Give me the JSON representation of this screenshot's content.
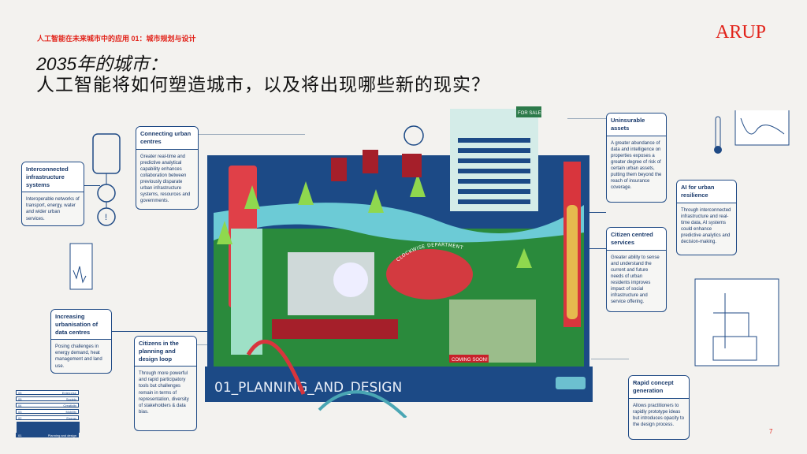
{
  "header": {
    "kicker": "人工智能在未来城市中的应用 01：城市规划与设计",
    "title_line1": "2035年的城市：",
    "title_line2": "人工智能将如何塑造城市，以及将出现哪些新的现实？",
    "logo": "ARUP"
  },
  "illustration": {
    "label": "01_PLANNING_AND_DESIGN",
    "sign_for_sale": "FOR SALE!",
    "sign_coming_soon": "COMING SOON!",
    "stadium_text": "CLOCKWISE DEPARTMENT"
  },
  "cards": [
    {
      "title": "Interconnected infrastructure systems",
      "body": "Interoperable networks of transport, energy, water and wider urban services."
    },
    {
      "title": "Connecting urban centres",
      "body": "Greater real-time and predictive analytical capability enhances collaboration between previously disparate urban infrastructure systems, resources and governments."
    },
    {
      "title": "Increasing urbanisation of data centres",
      "body": "Posing challenges in energy demand, heat management and land use."
    },
    {
      "title": "Citizens in the planning and design loop",
      "body": "Through more powerful and rapid participatory tools but challenges remain in terms of representation, diversity of stakeholders & data bias."
    },
    {
      "title": "Uninsurable assets",
      "body": "A greater abundance of data and intelligence on properties exposes a greater degree of risk of certain urban assets, putting them beyond the reach of insurance coverage."
    },
    {
      "title": "AI for urban resilience",
      "body": "Through interconnected infrastructure and real-time data, AI systems could enhance predictive analytics and decision-making."
    },
    {
      "title": "Citizen centred services",
      "body": "Greater ability to sense and understand the current and future needs of urban residents improves impact of social infrastructure and service offering."
    },
    {
      "title": "Rapid concept generation",
      "body": "Allows practitioners to rapidly prototype ideas but introduces opacity to the design process."
    }
  ],
  "mini_nav": [
    {
      "num": "05",
      "label": "Enterprise"
    },
    {
      "num": "05",
      "label": "Society"
    },
    {
      "num": "04",
      "label": "Creativity"
    },
    {
      "num": "03",
      "label": "Mobility"
    },
    {
      "num": "02",
      "label": "Energy"
    },
    {
      "num": "01",
      "label": "Planning and design"
    }
  ],
  "page_number": "7",
  "colors": {
    "accent": "#e2231a",
    "navy": "#1f4a85"
  }
}
